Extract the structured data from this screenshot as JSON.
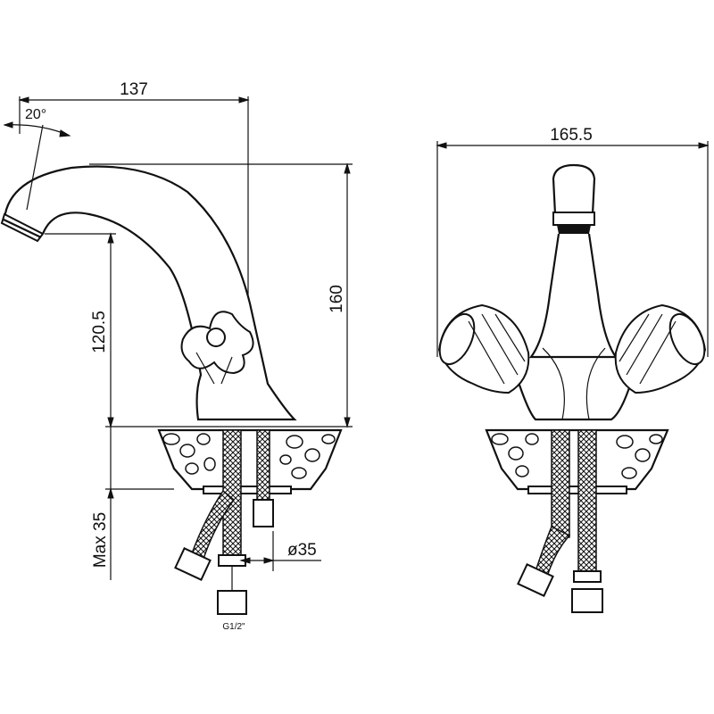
{
  "drawing": {
    "dim_width_side": "137",
    "dim_angle": "20°",
    "dim_height_total": "160",
    "dim_spout_height": "120.5",
    "dim_max_thickness": "Max 35",
    "dim_diameter": "ø35",
    "thread_label": "G1/2\"",
    "dim_width_front": "165.5"
  }
}
